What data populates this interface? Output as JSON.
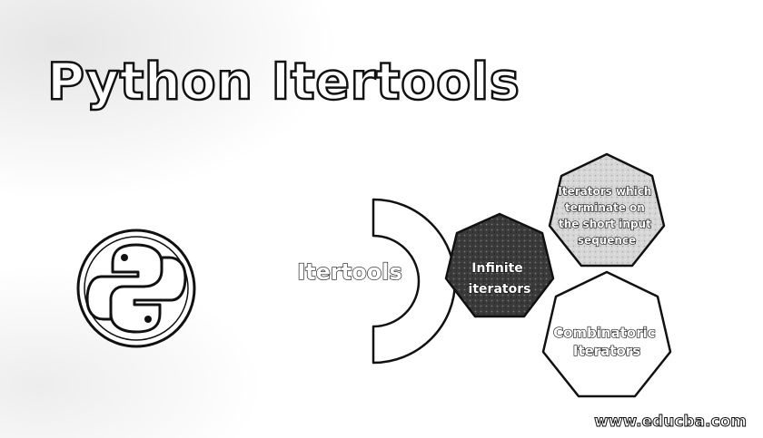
{
  "title": "Python Itertools",
  "center_label": "Itertools",
  "nodes": [
    {
      "label_lines": [
        "Infinite",
        "iterators"
      ]
    },
    {
      "label_lines": [
        "Iterators which",
        "terminate on",
        "the short input",
        "sequence"
      ]
    },
    {
      "label_lines": [
        "Combinatoric",
        "Iterators"
      ]
    }
  ],
  "footer": "www.educba.com",
  "icons": {
    "logo": "python-logo-icon"
  }
}
